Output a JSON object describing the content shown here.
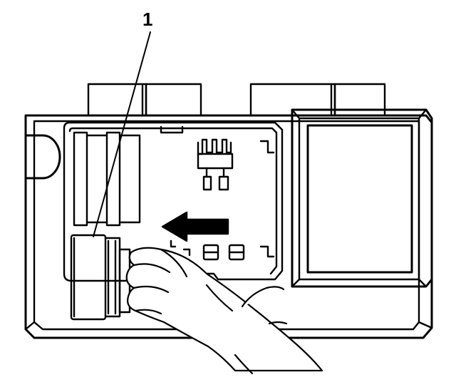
{
  "diagram": {
    "callouts": [
      {
        "number": "1",
        "target": "connector"
      }
    ],
    "direction_arrow": "left",
    "colors": {
      "line": "#000000",
      "background": "#ffffff"
    }
  }
}
